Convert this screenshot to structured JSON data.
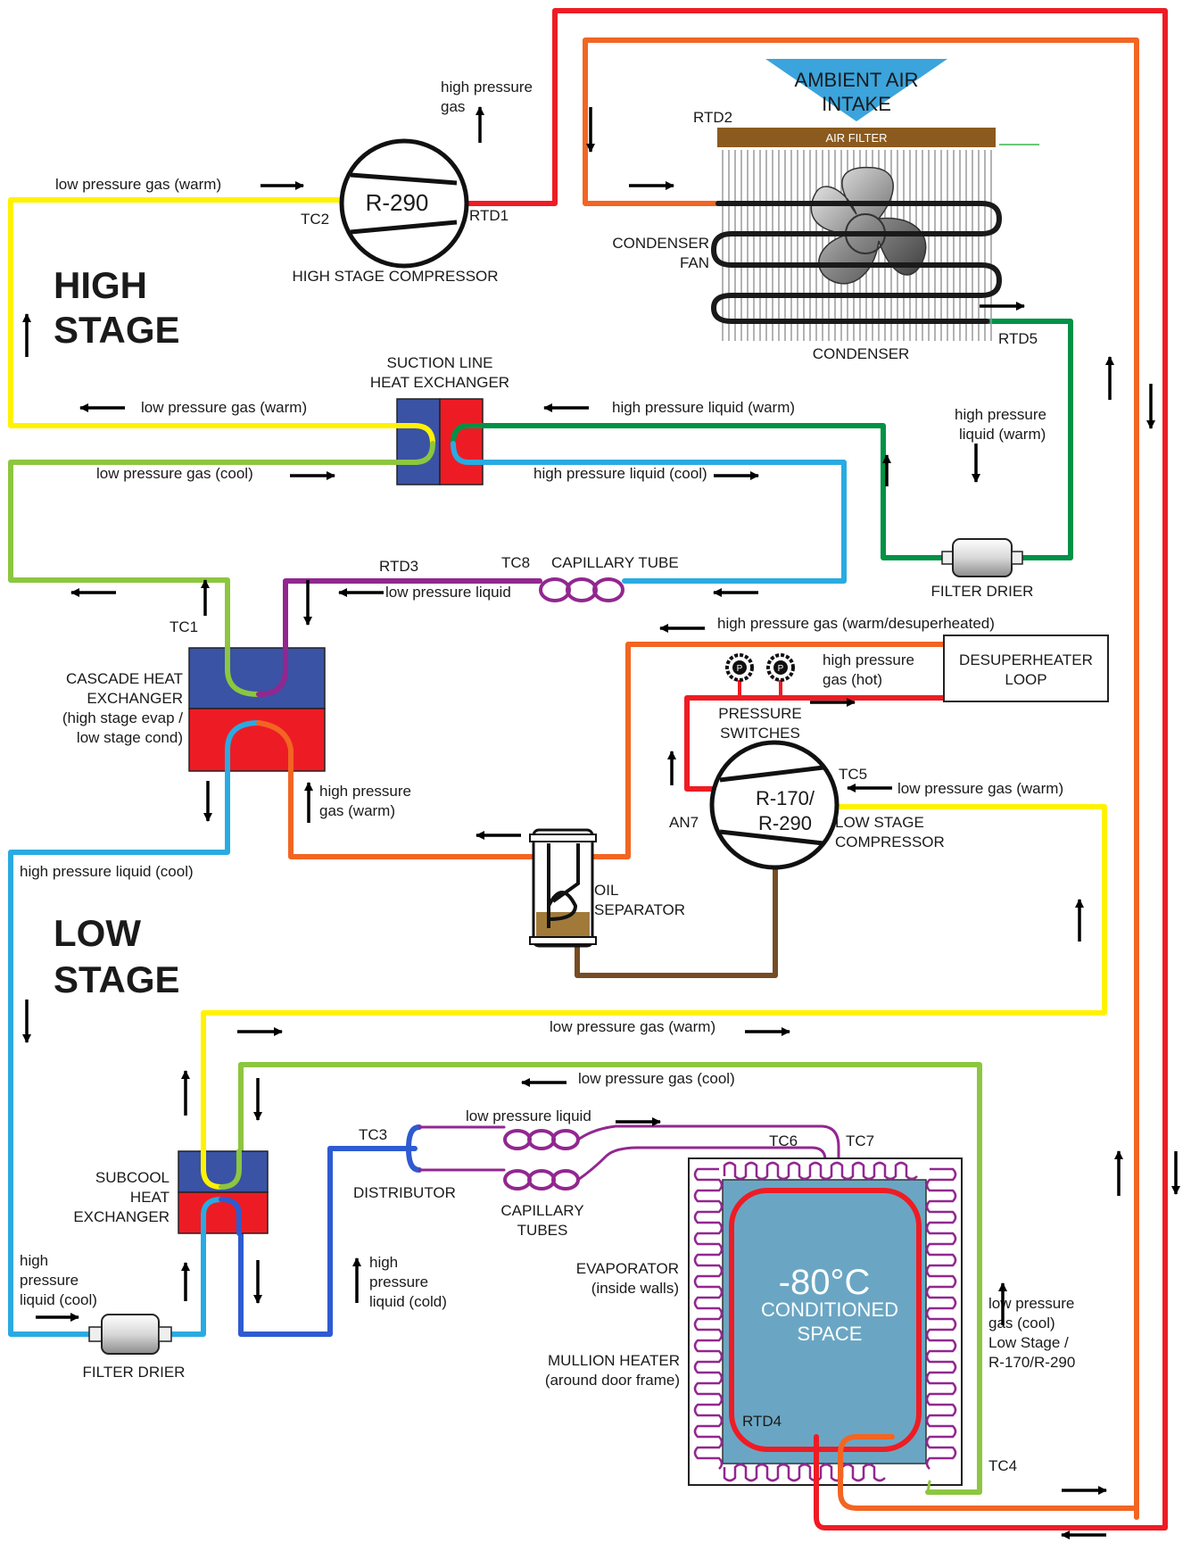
{
  "stages": {
    "high_line1": "HIGH",
    "high_line2": "STAGE",
    "low_line1": "LOW",
    "low_line2": "STAGE"
  },
  "components": {
    "high_compressor": {
      "refrigerant": "R-290",
      "name": "HIGH STAGE COMPRESSOR"
    },
    "ambient_intake_line1": "AMBIENT AIR",
    "ambient_intake_line2": "INTAKE",
    "air_filter": "AIR FILTER",
    "condenser_fan_line1": "CONDENSER",
    "condenser_fan_line2": "FAN",
    "condenser": "CONDENSER",
    "suction_hx_line1": "SUCTION LINE",
    "suction_hx_line2": "HEAT EXCHANGER",
    "filter_drier_top": "FILTER DRIER",
    "capillary_tube": "CAPILLARY TUBE",
    "cascade_hx": [
      "CASCADE HEAT",
      "EXCHANGER",
      "(high stage evap /",
      "low stage cond)"
    ],
    "desuperheater_line1": "DESUPERHEATER",
    "desuperheater_line2": "LOOP",
    "pressure_switches_line1": "PRESSURE",
    "pressure_switches_line2": "SWITCHES",
    "low_compressor": {
      "refrigerant_line1": "R-170/",
      "refrigerant_line2": "R-290",
      "name_line1": "LOW STAGE",
      "name_line2": "COMPRESSOR"
    },
    "oil_separator_line1": "OIL",
    "oil_separator_line2": "SEPARATOR",
    "subcool_hx": [
      "SUBCOOL",
      "HEAT",
      "EXCHANGER"
    ],
    "distributor": "DISTRIBUTOR",
    "capillary_tubes_line1": "CAPILLARY",
    "capillary_tubes_line2": "TUBES",
    "filter_drier_bottom": "FILTER DRIER",
    "evaporator_line1": "EVAPORATOR",
    "evaporator_line2": "(inside walls)",
    "mullion_line1": "MULLION HEATER",
    "mullion_line2": "(around door frame)",
    "space_temp": "-80°C",
    "space_line1": "CONDITIONED",
    "space_line2": "SPACE"
  },
  "sensors": {
    "TC1": "TC1",
    "TC2": "TC2",
    "TC3": "TC3",
    "TC4": "TC4",
    "TC5": "TC5",
    "TC6": "TC6",
    "TC7": "TC7",
    "TC8": "TC8",
    "RTD1": "RTD1",
    "RTD2": "RTD2",
    "RTD3": "RTD3",
    "RTD4": "RTD4",
    "RTD5": "RTD5",
    "AN7": "AN7",
    "P": "P"
  },
  "flows": {
    "hp_gas_top_line1": "high pressure",
    "hp_gas_top_line2": "gas",
    "lp_gas_warm_top": "low pressure gas (warm)",
    "lp_gas_warm_slhx": "low pressure gas (warm)",
    "hp_liquid_warm_slhx": "high pressure liquid (warm)",
    "lp_gas_cool_slhx": "low pressure gas (cool)",
    "hp_liquid_cool_slhx": "high pressure liquid (cool)",
    "hp_liquid_warm_right_line1": "high pressure",
    "hp_liquid_warm_right_line2": "liquid (warm)",
    "lp_liquid_cap": "low pressure liquid",
    "hp_gas_desuper": "high pressure gas (warm/desuperheated)",
    "hp_gas_hot_line1": "high pressure",
    "hp_gas_hot_line2": "gas (hot)",
    "lp_gas_warm_lowcomp": "low pressure gas (warm)",
    "hp_gas_warm_cascade_line1": "high pressure",
    "hp_gas_warm_cascade_line2": "gas (warm)",
    "hp_liquid_cool_left": "high pressure liquid (cool)",
    "lp_gas_warm_low": "low pressure gas (warm)",
    "lp_gas_cool_low": "low pressure gas (cool)",
    "lp_liquid_low": "low pressure liquid",
    "hp_liquid_cool_bl": [
      "high",
      "pressure",
      "liquid (cool)"
    ],
    "hp_liquid_cold": [
      "high",
      "pressure",
      "liquid (cold)"
    ],
    "lp_gas_cool_right": [
      "low pressure",
      "gas (cool)",
      "Low Stage /",
      "R-170/R-290"
    ]
  },
  "colors": {
    "hot_red": "#ee1c24",
    "orange": "#f26522",
    "yellow": "#fff200",
    "green": "#009245",
    "light_green": "#8dc63f",
    "light_blue": "#29abe2",
    "dark_blue": "#2e5bd1",
    "purple": "#92278f",
    "brown": "#754c24",
    "hx_blue": "#3a53a4",
    "hx_red": "#ed1c24",
    "space_blue": "#6aa6c4",
    "filter_brown": "#8b5a1e",
    "intake_blue": "#3ba4dc"
  }
}
